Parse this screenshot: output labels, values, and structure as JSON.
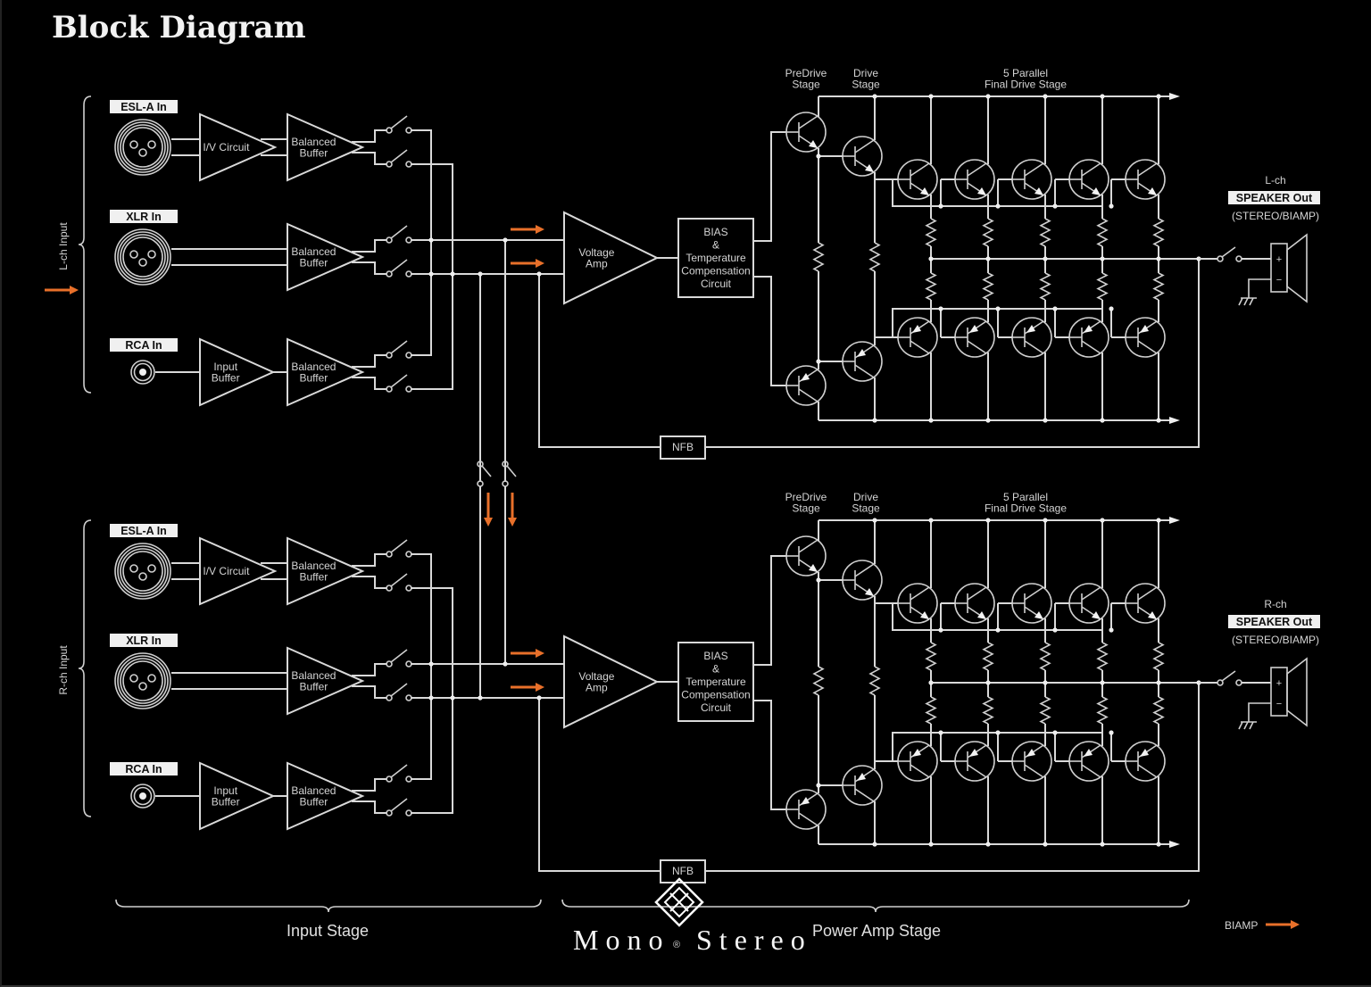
{
  "title": "Block Diagram",
  "colors": {
    "wire": "#d9d9d9",
    "background": "#000000",
    "biamp_arrow": "#e8702a",
    "label_box": "#f0f0f0"
  },
  "channels": [
    {
      "id": "left",
      "input_group_label": "L-ch Input",
      "inputs": [
        {
          "connector_label": "ESL-A In",
          "connector_type": "xlr",
          "first_stage": "I/V Circuit",
          "second_stage": "Balanced\nBuffer"
        },
        {
          "connector_label": "XLR In",
          "connector_type": "xlr",
          "first_stage": "",
          "second_stage": "Balanced\nBuffer"
        },
        {
          "connector_label": "RCA In",
          "connector_type": "rca",
          "first_stage": "Input\nBuffer",
          "second_stage": "Balanced\nBuffer"
        }
      ],
      "voltage_amp": "Voltage\nAmp",
      "bias_block": "BIAS\n&\nTemperature\nCompensation\nCircuit",
      "predrive_label": "PreDrive\nStage",
      "drive_label": "Drive\nStage",
      "final_label": "5 Parallel\nFinal Drive Stage",
      "nfb_label": "NFB",
      "output_channel": "L-ch",
      "output_label": "SPEAKER Out",
      "output_mode": "(STEREO/BIAMP)"
    },
    {
      "id": "right",
      "input_group_label": "R-ch Input",
      "inputs": [
        {
          "connector_label": "ESL-A In",
          "connector_type": "xlr",
          "first_stage": "I/V Circuit",
          "second_stage": "Balanced\nBuffer"
        },
        {
          "connector_label": "XLR In",
          "connector_type": "xlr",
          "first_stage": "",
          "second_stage": "Balanced\nBuffer"
        },
        {
          "connector_label": "RCA In",
          "connector_type": "rca",
          "first_stage": "Input\nBuffer",
          "second_stage": "Balanced\nBuffer"
        }
      ],
      "voltage_amp": "Voltage\nAmp",
      "bias_block": "BIAS\n&\nTemperature\nCompensation\nCircuit",
      "predrive_label": "PreDrive\nStage",
      "drive_label": "Drive\nStage",
      "final_label": "5 Parallel\nFinal Drive Stage",
      "nfb_label": "NFB",
      "output_channel": "R-ch",
      "output_label": "SPEAKER Out",
      "output_mode": "(STEREO/BIAMP)"
    }
  ],
  "final_stage_count": 5,
  "stages": {
    "input": "Input Stage",
    "power": "Power Amp Stage"
  },
  "legend": {
    "biamp": "BIAMP"
  },
  "watermark": {
    "left": "Mono",
    "mark": "®",
    "right": "Stereo"
  }
}
